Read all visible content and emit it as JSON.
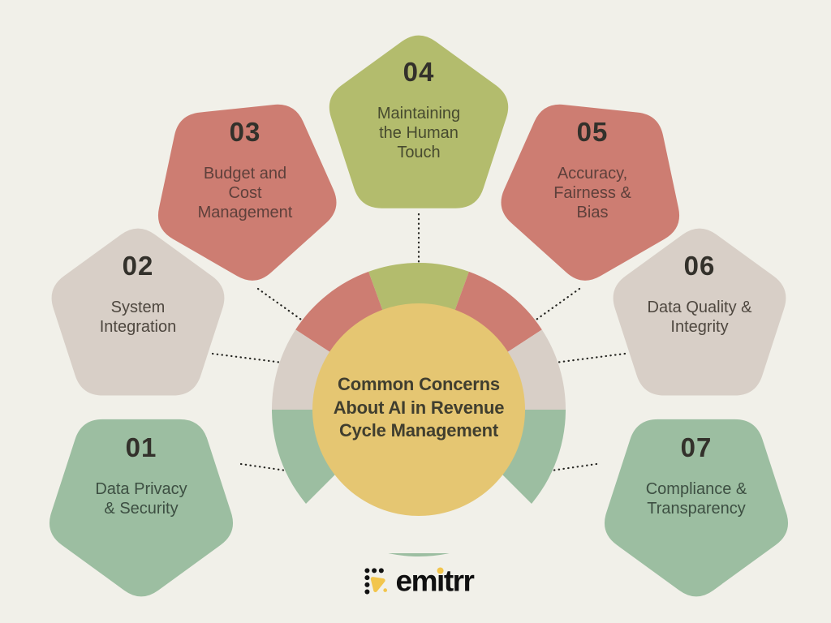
{
  "background": "#f1f0e9",
  "center": {
    "title": "Common Concerns\nAbout AI in Revenue\nCycle Management",
    "circle_color": "#e5c672",
    "title_color": "#403e2f"
  },
  "items": [
    {
      "number": "01",
      "label": "Data Privacy\n& Security",
      "color": "#9cbea1",
      "label_color": "#3d4f42"
    },
    {
      "number": "02",
      "label": "System\nIntegration",
      "color": "#d8cfc7",
      "label_color": "#4e473f"
    },
    {
      "number": "03",
      "label": "Budget and\nCost\nManagement",
      "color": "#cd7d72",
      "label_color": "#5e403b"
    },
    {
      "number": "04",
      "label": "Maintaining\nthe Human\nTouch",
      "color": "#b3bc6d",
      "label_color": "#474a2f"
    },
    {
      "number": "05",
      "label": "Accuracy,\nFairness &\nBias",
      "color": "#cd7d72",
      "label_color": "#5e403b"
    },
    {
      "number": "06",
      "label": "Data Quality &\nIntegrity",
      "color": "#d8cfc7",
      "label_color": "#4e473f"
    },
    {
      "number": "07",
      "label": "Compliance &\nTransparency",
      "color": "#9cbea1",
      "label_color": "#3d4f42"
    }
  ],
  "number_color": "#33312b",
  "connector_color": "#262622",
  "logo": {
    "brand": "emitrr",
    "parts": [
      "em",
      "i",
      "trr"
    ],
    "text_color": "#101010",
    "accent": "#f2c54c"
  }
}
